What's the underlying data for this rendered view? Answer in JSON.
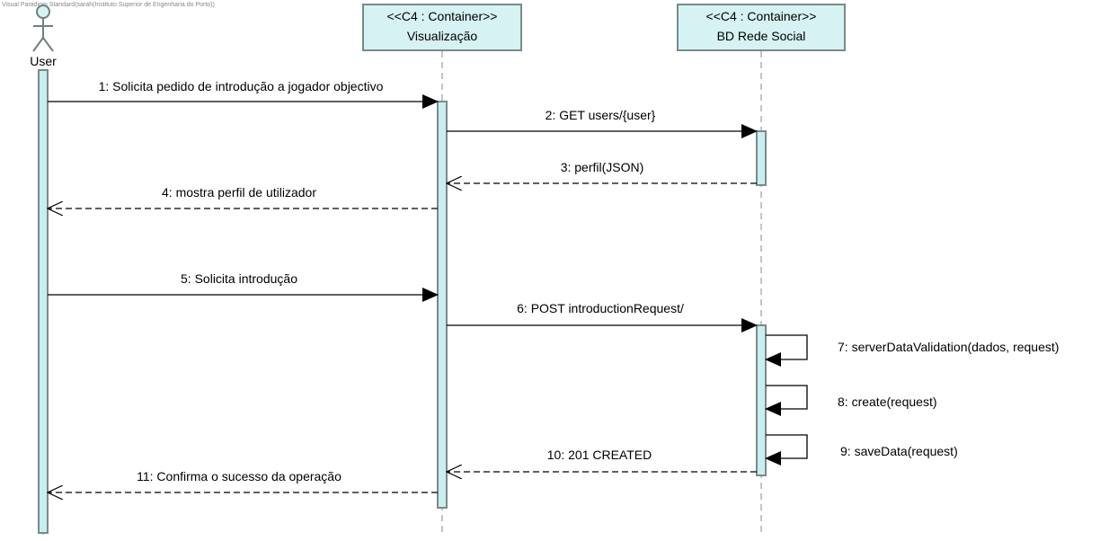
{
  "watermark": "Visual Paradigm Standard(sarah(Instituto Superior de Engenharia do Porto))",
  "colors": {
    "box_fill": "#d6f2f2",
    "box_stroke": "#7a8a8a",
    "activation_fill": "#c8eef0",
    "line": "#000000",
    "lifeline": "#888888"
  },
  "actor": {
    "name": "User",
    "icon": "stick-figure-icon"
  },
  "participants": [
    {
      "stereotype": "<<C4 : Container>>",
      "name": "Visualização"
    },
    {
      "stereotype": "<<C4 : Container>>",
      "name": "BD Rede Social"
    }
  ],
  "messages": [
    {
      "n": 1,
      "label": "1: Solicita pedido de introdução a jogador objectivo",
      "from": "User",
      "to": "Visualização",
      "kind": "sync"
    },
    {
      "n": 2,
      "label": "2: GET users/{user}",
      "from": "Visualização",
      "to": "BD Rede Social",
      "kind": "sync"
    },
    {
      "n": 3,
      "label": "3: perfil(JSON)",
      "from": "BD Rede Social",
      "to": "Visualização",
      "kind": "return"
    },
    {
      "n": 4,
      "label": "4: mostra perfil de utilizador",
      "from": "Visualização",
      "to": "User",
      "kind": "return"
    },
    {
      "n": 5,
      "label": "5: Solicita introdução",
      "from": "User",
      "to": "Visualização",
      "kind": "sync"
    },
    {
      "n": 6,
      "label": "6: POST introductionRequest/",
      "from": "Visualização",
      "to": "BD Rede Social",
      "kind": "sync"
    },
    {
      "n": 7,
      "label": "7: serverDataValidation(dados, request)",
      "from": "BD Rede Social",
      "to": "BD Rede Social",
      "kind": "self"
    },
    {
      "n": 8,
      "label": "8: create(request)",
      "from": "BD Rede Social",
      "to": "BD Rede Social",
      "kind": "self"
    },
    {
      "n": 9,
      "label": "9: saveData(request)",
      "from": "BD Rede Social",
      "to": "BD Rede Social",
      "kind": "self"
    },
    {
      "n": 10,
      "label": "10: 201 CREATED",
      "from": "BD Rede Social",
      "to": "Visualização",
      "kind": "return"
    },
    {
      "n": 11,
      "label": "11: Confirma o sucesso da operação",
      "from": "Visualização",
      "to": "User",
      "kind": "return"
    }
  ]
}
